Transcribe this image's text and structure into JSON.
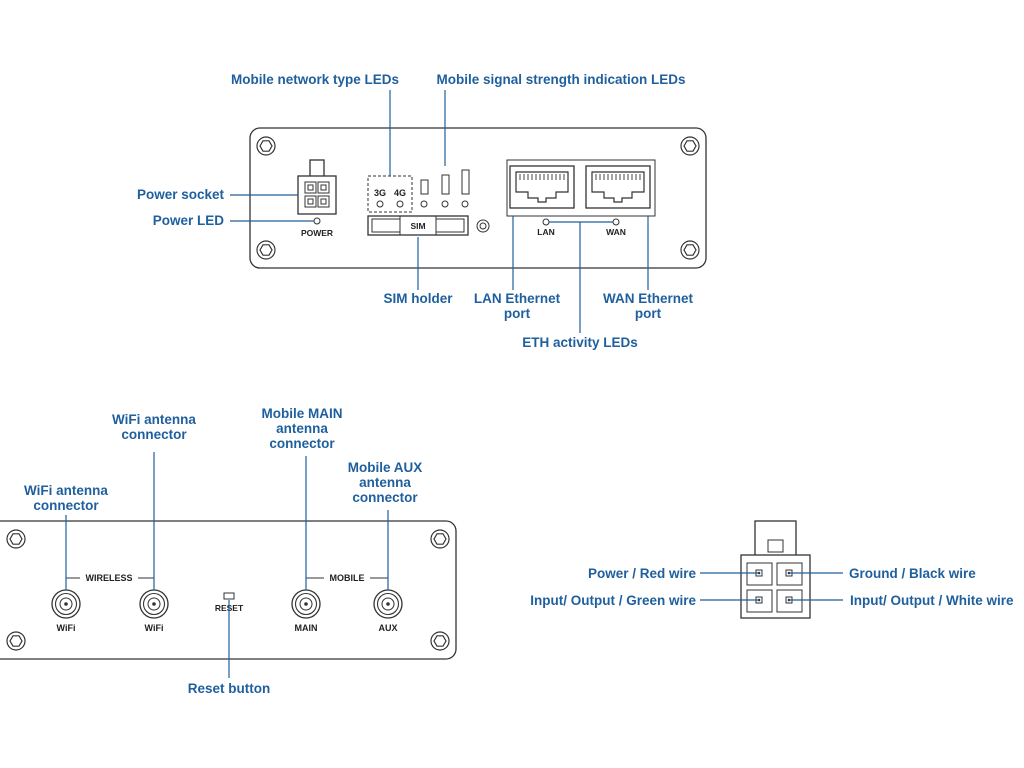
{
  "front_panel": {
    "labels": {
      "mobile_network_type_leds": "Mobile network type LEDs",
      "mobile_signal_strength_leds": "Mobile signal strength indication LEDs",
      "power_socket": "Power socket",
      "power_led": "Power LED",
      "sim_holder": "SIM holder",
      "lan_port_line1": "LAN Ethernet",
      "lan_port_line2": "port",
      "wan_port_line1": "WAN Ethernet",
      "wan_port_line2": "port",
      "eth_activity_leds": "ETH activity LEDs"
    },
    "markings": {
      "led_3g": "3G",
      "led_4g": "4G",
      "power": "POWER",
      "sim": "SIM",
      "lan": "LAN",
      "wan": "WAN"
    }
  },
  "back_panel": {
    "labels": {
      "wifi_antenna_1_line1": "WiFi antenna",
      "wifi_antenna_1_line2": "connector",
      "wifi_antenna_2_line1": "WiFi antenna",
      "wifi_antenna_2_line2": "connector",
      "mobile_main_line1": "Mobile MAIN",
      "mobile_main_line2": "antenna",
      "mobile_main_line3": "connector",
      "mobile_aux_line1": "Mobile AUX",
      "mobile_aux_line2": "antenna",
      "mobile_aux_line3": "connector",
      "reset_button": "Reset button"
    },
    "markings": {
      "wireless": "WIRELESS",
      "mobile": "MOBILE",
      "reset": "RESET",
      "wifi_1": "WiFi",
      "wifi_2": "WiFi",
      "main": "MAIN",
      "aux": "AUX"
    }
  },
  "power_connector": {
    "labels": {
      "power_red": "Power / Red wire",
      "ground_black": "Ground / Black wire",
      "io_green": "Input/ Output / Green wire",
      "io_white": "Input/ Output / White wire"
    }
  },
  "colors": {
    "callout_text": "#1f5f9e",
    "outline": "#333333"
  }
}
